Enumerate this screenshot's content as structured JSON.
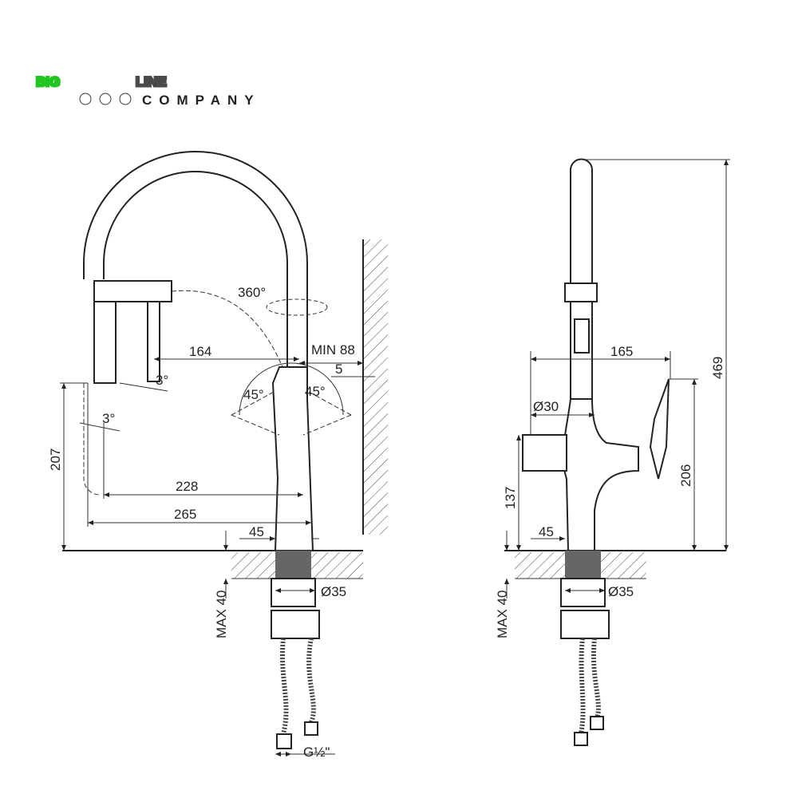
{
  "logo": {
    "brand_big": "BIG",
    "brand_line": "LINE",
    "tagline": "COMPANY",
    "colors": {
      "green": "#22c422",
      "gray": "#4a4a4a"
    }
  },
  "side_view": {
    "rotation": "360°",
    "reach_spray": "164",
    "wall_min": "MIN 88",
    "wall_gap": "5",
    "lever_left": "45°",
    "lever_right": "45°",
    "tilt_top": "3°",
    "tilt_bottom": "3°",
    "height": "207",
    "reach_inner": "228",
    "reach_outer": "265",
    "base_width": "45",
    "max_counter": "MAX 40",
    "shank": "Ø35",
    "connector": "G½\""
  },
  "front_view": {
    "width": "165",
    "tube": "Ø30",
    "side_height": "137",
    "lever_height": "206",
    "total_height": "469",
    "base_width": "45",
    "max_counter": "MAX 40",
    "shank": "Ø35"
  }
}
